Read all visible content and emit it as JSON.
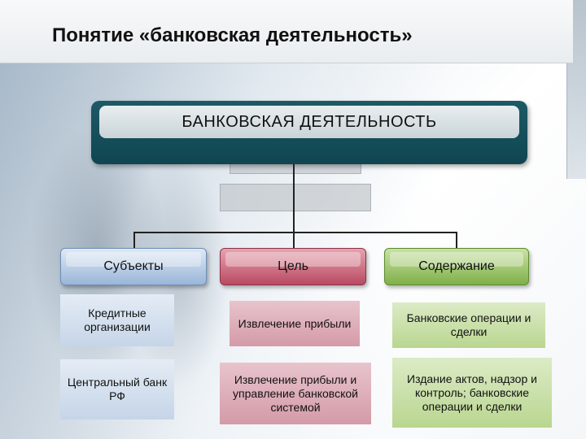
{
  "title": "Понятие «банковская деятельность»",
  "diagram": {
    "root": "БАНКОВСКАЯ ДЕЯТЕЛЬНОСТЬ",
    "columns": [
      {
        "header": "Субъекты",
        "color": "#9ab6d8",
        "items": [
          "Кредитные организации",
          "Центральный банк РФ"
        ]
      },
      {
        "header": "Цель",
        "color": "#b94a62",
        "items": [
          "Извлечение прибыли",
          "Извлечение прибыли и управление банковской системой"
        ]
      },
      {
        "header": "Содержание",
        "color": "#7fb049",
        "items": [
          "Банковские операции и сделки",
          "Издание актов, надзор и контроль; банковские операции и сделки"
        ]
      }
    ]
  }
}
